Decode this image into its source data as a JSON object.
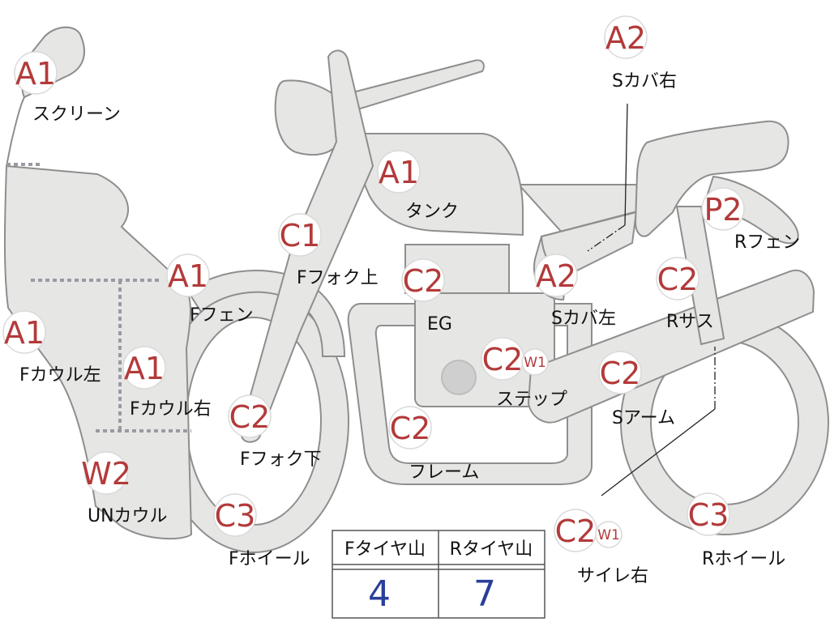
{
  "parts": [
    {
      "id": "screen",
      "grade": "A1",
      "label": "スクリーン"
    },
    {
      "id": "tank",
      "grade": "A1",
      "label": "タンク"
    },
    {
      "id": "side-cover-right",
      "grade": "A2",
      "label": "Sカバ右"
    },
    {
      "id": "front-fork-upper",
      "grade": "C1",
      "label": "Fフォク上"
    },
    {
      "id": "rear-fender",
      "grade": "P2",
      "label": "Rフェン"
    },
    {
      "id": "front-fender",
      "grade": "A1",
      "label": "Fフェン"
    },
    {
      "id": "engine",
      "grade": "C2",
      "label": "EG"
    },
    {
      "id": "side-cover-left",
      "grade": "A2",
      "label": "Sカバ左"
    },
    {
      "id": "rear-suspension",
      "grade": "C2",
      "label": "Rサス"
    },
    {
      "id": "front-cowl-left",
      "grade": "A1",
      "label": "Fカウル左"
    },
    {
      "id": "front-cowl-right",
      "grade": "A1",
      "label": "Fカウル右"
    },
    {
      "id": "step",
      "grade": "C2",
      "sub": "W1",
      "label": "ステップ"
    },
    {
      "id": "swing-arm",
      "grade": "C2",
      "label": "Sアーム"
    },
    {
      "id": "front-fork-lower",
      "grade": "C2",
      "label": "Fフォク下"
    },
    {
      "id": "frame",
      "grade": "C2",
      "label": "フレーム"
    },
    {
      "id": "under-cowl",
      "grade": "W2",
      "label": "UNカウル"
    },
    {
      "id": "front-wheel",
      "grade": "C3",
      "label": "Fホイール"
    },
    {
      "id": "muffler-right",
      "grade": "C2",
      "sub": "W1",
      "label": "サイレ右"
    },
    {
      "id": "rear-wheel",
      "grade": "C3",
      "label": "Rホイール"
    }
  ],
  "tire_table": {
    "headers": [
      "Fタイヤ山",
      "Rタイヤ山"
    ],
    "values": [
      "4",
      "7"
    ]
  }
}
